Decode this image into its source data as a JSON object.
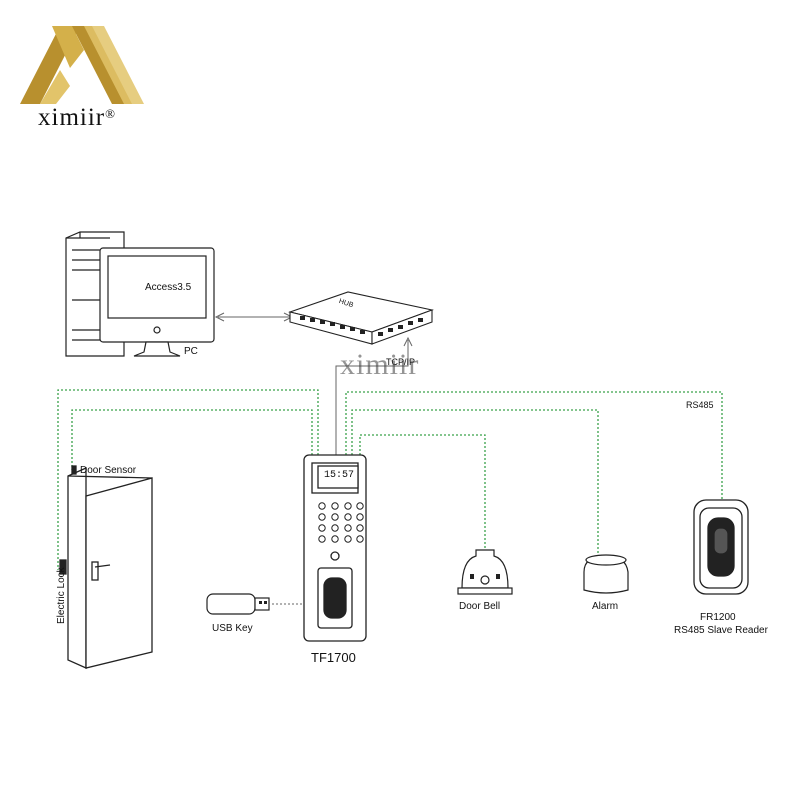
{
  "brand": {
    "name": "ximiir",
    "mark": "®",
    "gold": "#b8902e",
    "gold_light": "#e2c46a"
  },
  "watermark": "ximiir",
  "labels": {
    "access": "Access3.5",
    "pc": "PC",
    "hub": "HUB",
    "tcpip": "TCP/IP",
    "rs485": "RS485",
    "door_sensor": "Door Sensor",
    "electric_lock": "Electric Lock",
    "usb_key": "USB Key",
    "device": "TF1700",
    "clock": "15:57",
    "door_bell": "Door Bell",
    "alarm": "Alarm",
    "reader_line1": "FR1200",
    "reader_line2": "RS485 Slave Reader"
  },
  "colors": {
    "wire": "#3aa24a",
    "line": "#222222",
    "bg": "#ffffff"
  }
}
